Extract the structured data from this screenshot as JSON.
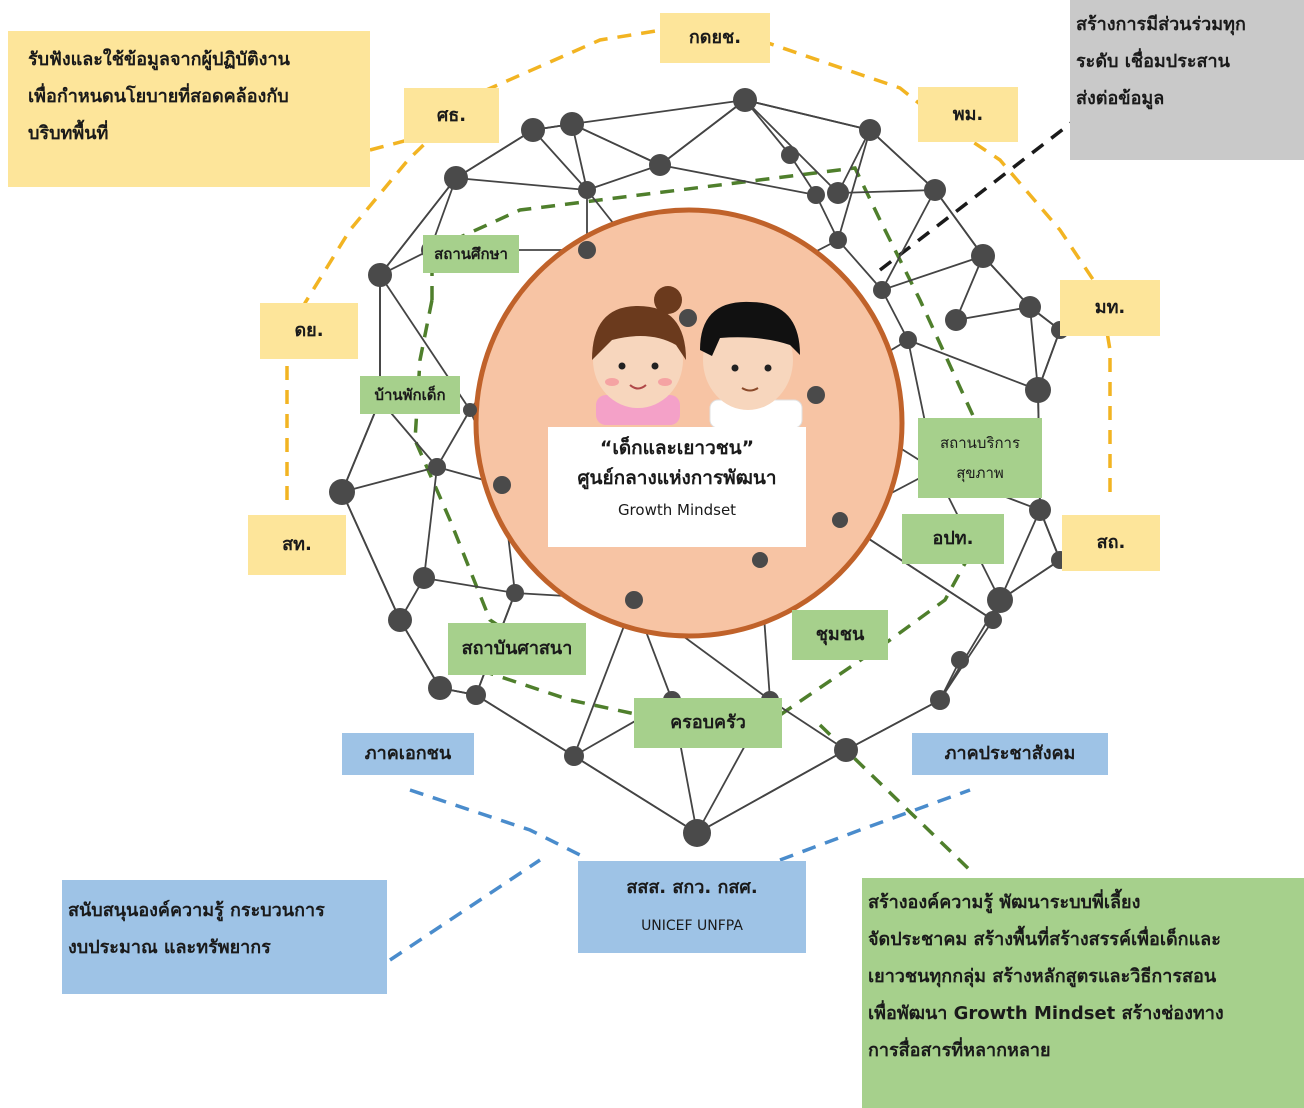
{
  "center": {
    "title": "“เด็กและเยาวชน”",
    "subtitle": "ศูนย์กลางแห่งการพัฒนา",
    "tagline": "Growth Mindset"
  },
  "agencies": {
    "mod": "กดยช.",
    "moe": "ศธ.",
    "mdes": "พม.",
    "moi": "มท.",
    "dy": "ดย.",
    "st": "สท.",
    "sd": "สถ."
  },
  "settings": {
    "school": "สถานศึกษา",
    "childhome": "บ้านพักเด็ก",
    "health_line1": "สถานบริการ",
    "health_line2": "สุขภาพ",
    "lao": "อปท.",
    "religion": "สถาบันศาสนา",
    "community": "ชุมชน",
    "family": "ครอบครัว"
  },
  "sectors": {
    "private": "ภาคเอกชน",
    "civil": "ภาคประชาสังคม",
    "partners_line1": "สสส. สกว. กสศ.",
    "partners_line2": "UNICEF UNFPA"
  },
  "notes": {
    "policy": "รับฟังและใช้ข้อมูลจากผู้ปฏิบัติงาน\nเพื่อกำหนดนโยบายที่สอดคล้องกับ\nบริบทพื้นที่",
    "participation": "สร้างการมีส่วนร่วมทุก\nระดับ เชื่อมประสาน\nส่งต่อข้อมูล",
    "support": "สนับสนุนองค์ความรู้ กระบวนการ\nงบประมาณ และทรัพยากร",
    "knowledge": "สร้างองค์ความรู้ พัฒนาระบบพี่เลี้ยง\nจัดประชาคม สร้างพื้นที่สร้างสรรค์เพื่อเด็กและ\nเยาวชนทุกกลุ่ม สร้างหลักสูตรและวิธีการสอน\nเพื่อพัฒนา Growth Mindset สร้างช่องทาง\nการสื่อสารที่หลากหลาย"
  },
  "colors": {
    "agency": "#fde59a",
    "setting": "#a6d08c",
    "sector": "#9ec3e6",
    "participation": "#c9c9c9",
    "circle_fill": "#f7c4a4",
    "circle_stroke": "#c0622a",
    "node": "#4a4a4a"
  }
}
